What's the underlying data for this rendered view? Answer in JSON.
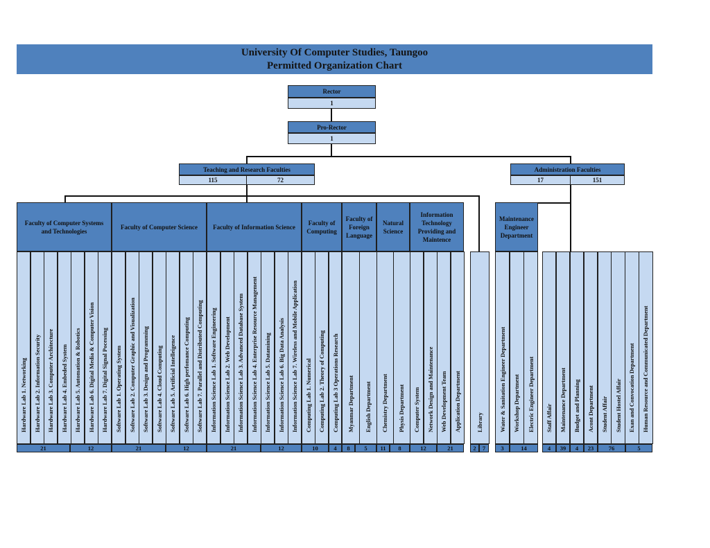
{
  "title": {
    "line1": "University Of Computer Studies, Taungoo",
    "line2": "Permitted Organization Chart"
  },
  "rector": {
    "label": "Rector",
    "count": "1"
  },
  "pro_rector": {
    "label": "Pro-Rector",
    "count": "1"
  },
  "teaching": {
    "label": "Teaching and Research Faculties",
    "count_a": "115",
    "count_b": "72"
  },
  "admin": {
    "label": "Administration Faculties",
    "count_a": "17",
    "count_b": "151"
  },
  "faculties": [
    {
      "name": "Faculty of Computer Systems and Technologies"
    },
    {
      "name": "Faculty of Computer Science"
    },
    {
      "name": "Faculty of Information Science"
    },
    {
      "name": "Faculty of Computing"
    },
    {
      "name": "Faculty of Foreign Language"
    },
    {
      "name": "Natural Science"
    },
    {
      "name": "Information Technology Providing and Maintence"
    },
    {
      "name": "Maintenance Engineer Department"
    }
  ],
  "units": [
    "Hardware Lab 1. Networking",
    "Hardware Lab 2. Information Security",
    "Hardware Lab 3. Computer Architecture",
    "Hardware Lab 4. Embeded System",
    "Hardware Lab 5. Automation & Robotics",
    "Hardware Lab 6. Digital Media & Computer Vision",
    "Hardware Lab 7. Digital Signal Pocessing",
    "Software Lab 1. Operating System",
    "Software Lab 2. Computer Graphic and Visualization",
    "Software Lab 3. Design and Programming",
    "Software Lab 4. Cloud Computing",
    "Software Lab 5. Artificial Intelleigence",
    "Software Lab 6. High perfomance Computing",
    "Software Lab 7. Parallel and Distributed Computing",
    "Information Science Lab 1. Software Engineering",
    "Information Science Lab 2. Web Development",
    "Information Science Lab 3. Advanced Database System",
    "Information Science Lab 4. Enterprise Resource Management",
    "Information Science Lab 5. Datamining",
    "Information Science Lab 6. Big Data Analysis",
    "Information Science Lab 7. Wireless and Mobile Application",
    "Computing Lab 1. Numerical",
    "Computing Lab 2. Theory of Computing",
    "Computing Lab 3 Operations Research",
    "Myanmar Department",
    "English Department",
    "Chemistry Department",
    "Physis Department",
    "Computer System",
    "Network Design and Maintenance",
    "Web Development Team",
    "Application Department",
    "Library",
    "Water & Sanitation Engineer Department",
    "Workshop Department",
    "Electric Engineer Department",
    "Staff Affair",
    "Maintenance Department",
    "Budget and Planning",
    "Acont Department",
    "Student Affair",
    "Student Hostel Affair",
    "Exan and Convocation Department",
    "Human Resource and Communicated Department"
  ],
  "counts": [
    "21",
    "12",
    "21",
    "12",
    "21",
    "12",
    "10",
    "4",
    "8",
    "5",
    "11",
    "8",
    "12",
    "21",
    "2",
    "7",
    "3",
    "14",
    "4",
    "39",
    "4",
    "23",
    "76",
    "5"
  ]
}
